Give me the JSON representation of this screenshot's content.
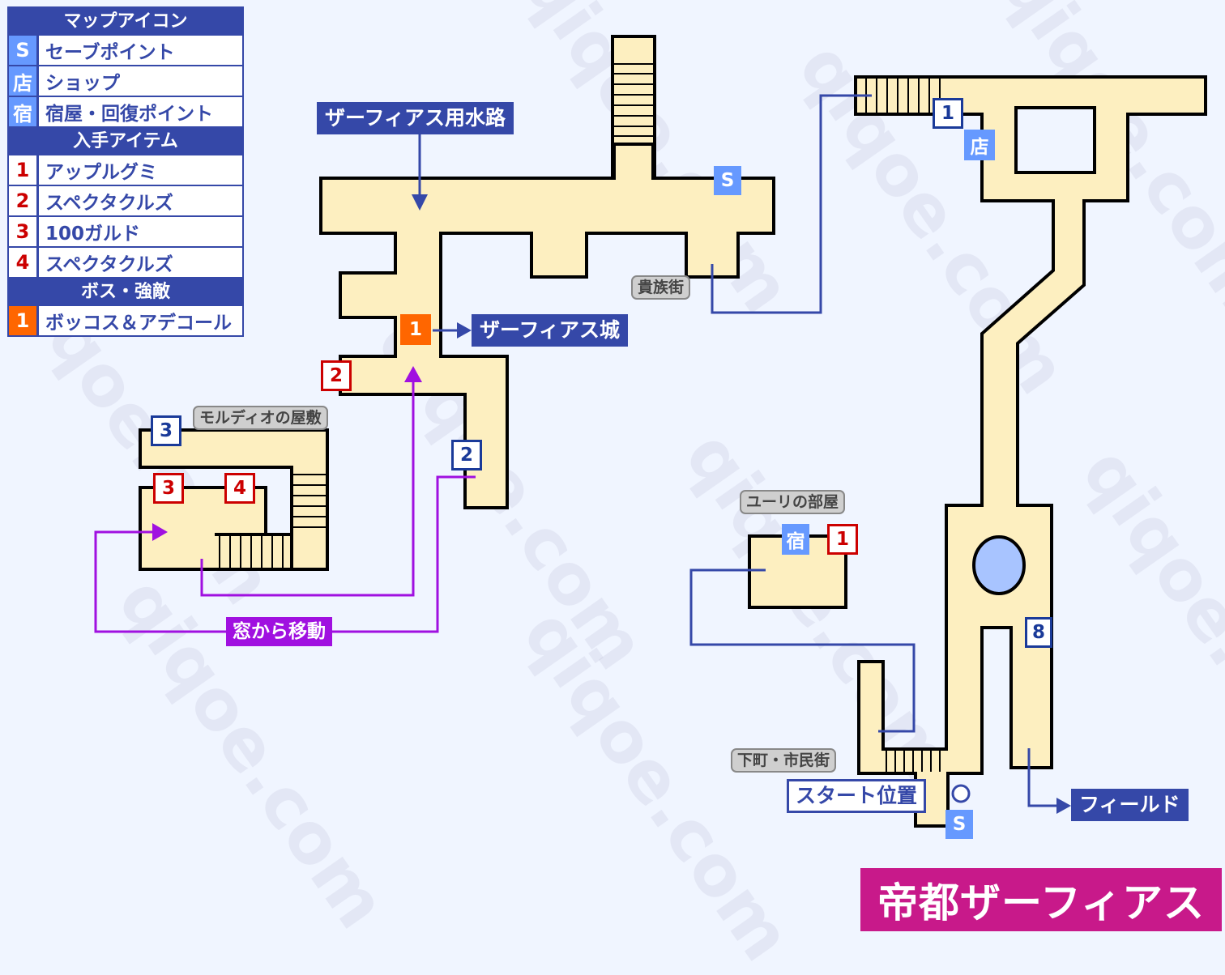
{
  "title": "帝都ザーフィアス",
  "watermark_text": "qiqoe.com",
  "colors": {
    "room_fill": "#fdefc0",
    "background": "#f0f5ff",
    "legend_blue": "#3548a8",
    "icon_blue": "#6699ff",
    "item_red": "#cc0000",
    "boss_orange": "#ff6600",
    "route_purple": "#a010e0",
    "title_magenta": "#c8198a",
    "fountain": "#a8c4ff"
  },
  "legend": {
    "map_icons_header": "マップアイコン",
    "map_icons": [
      {
        "key": "S",
        "label": "セーブポイント"
      },
      {
        "key": "店",
        "label": "ショップ"
      },
      {
        "key": "宿",
        "label": "宿屋・回復ポイント"
      }
    ],
    "items_header": "入手アイテム",
    "items": [
      {
        "key": "1",
        "label": "アップルグミ"
      },
      {
        "key": "2",
        "label": "スペクタクルズ"
      },
      {
        "key": "3",
        "label": "100ガルド"
      },
      {
        "key": "4",
        "label": "スペクタクルズ"
      }
    ],
    "boss_header": "ボス・強敵",
    "bosses": [
      {
        "key": "1",
        "label": "ボッコス＆アデコール"
      }
    ]
  },
  "labels": {
    "waterway": "ザーフィアス用水路",
    "castle": "ザーフィアス城",
    "window_move": "窓から移動",
    "field": "フィールド",
    "start": "スタート位置",
    "noble_district": "貴族街",
    "mordio_mansion": "モルディオの屋敷",
    "yuri_room": "ユーリの部屋",
    "lower_quarter": "下町・市民街"
  },
  "markers": {
    "save_waterway": "S",
    "save_start": "S",
    "shop": "店",
    "inn": "宿",
    "boss_1": "1",
    "item_1": "1",
    "item_2": "2",
    "item_3": "3",
    "item_4": "4",
    "chest_1": "1",
    "chest_2": "2",
    "chest_3": "3",
    "chest_8": "8"
  }
}
